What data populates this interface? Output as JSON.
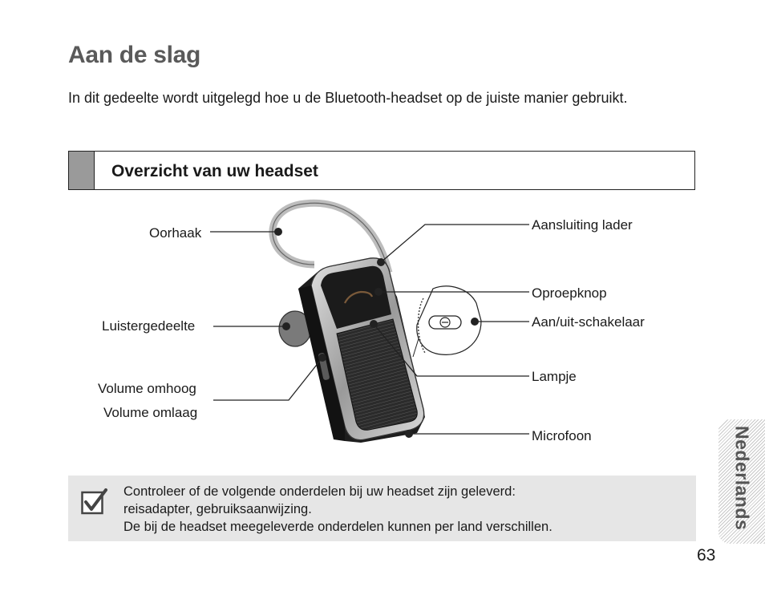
{
  "page": {
    "title": "Aan de slag",
    "intro": "In dit gedeelte wordt uitgelegd hoe u de Bluetooth-headset op de juiste manier gebruikt.",
    "section_title": "Overzicht van uw headset",
    "page_number": "63",
    "side_tab": "Nederlands"
  },
  "diagram": {
    "labels": {
      "oorhaak": "Oorhaak",
      "luistergedeelte": "Luistergedeelte",
      "volume_up": "Volume omhoog",
      "volume_down": "Volume omlaag",
      "aansluiting": "Aansluiting lader",
      "oproepknop": "Oproepknop",
      "aan_uit": "Aan/uit-schakelaar",
      "lampje": "Lampje",
      "microfoon": "Microfoon"
    }
  },
  "note": {
    "icon": "checkmark-icon",
    "line1": "Controleer of de volgende onderdelen bij uw headset zijn geleverd:",
    "line2": "reisadapter, gebruiksaanwijzing.",
    "line3": "De bij de headset meegeleverde onderdelen kunnen per land verschillen."
  }
}
